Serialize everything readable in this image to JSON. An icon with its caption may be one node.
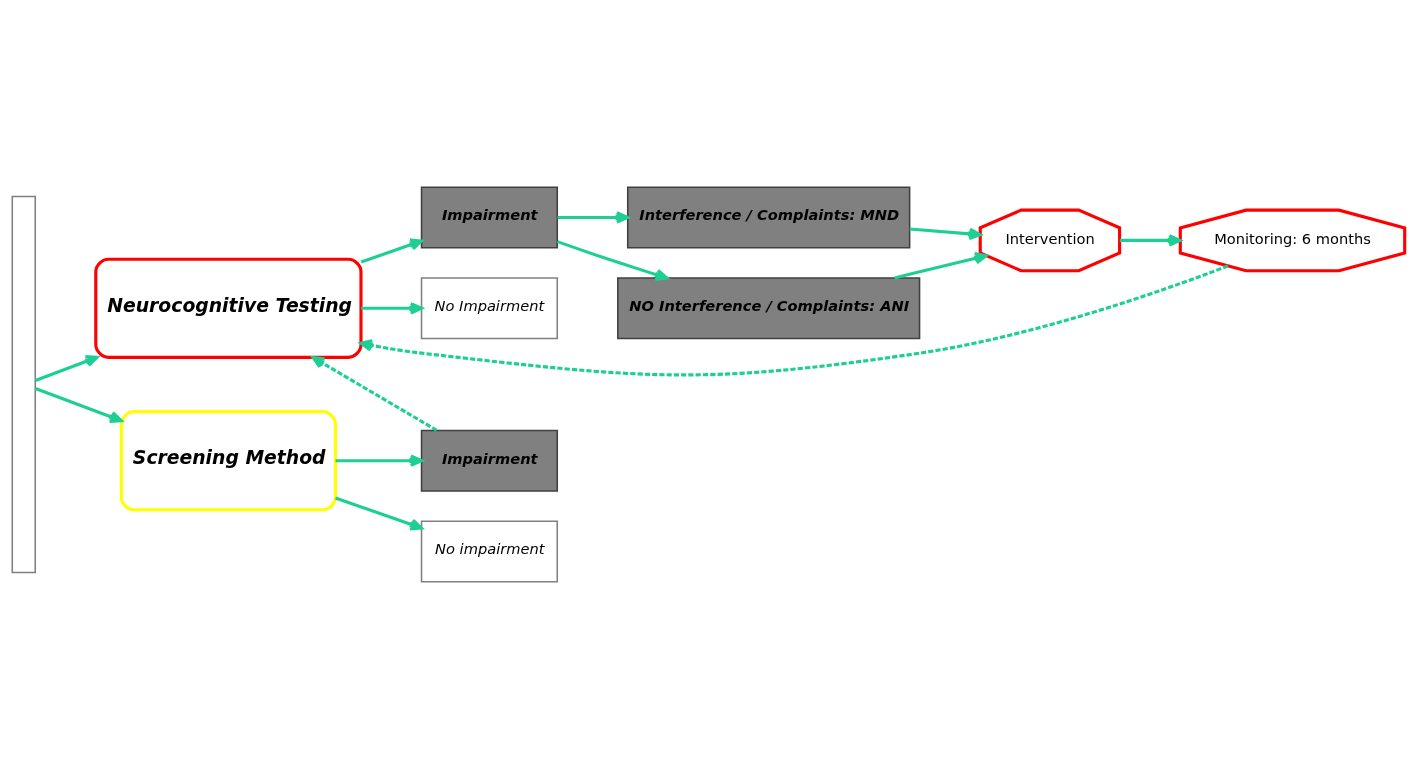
{
  "diagram": {
    "nodes": [
      {
        "text": [],
        "shape": "box"
      },
      {
        "text": [
          "Neurocognitive Testing"
        ]
      },
      {
        "text": [
          "Screening Method"
        ]
      },
      {
        "text": [
          "Impairment"
        ]
      },
      {
        "text": [
          "No Impairment"
        ]
      },
      {
        "text": [
          "Interference / Complaints: MND"
        ]
      },
      {
        "text": [
          "NO Interference / Complaints: ANI"
        ]
      },
      {
        "text": [
          "Intervention"
        ]
      },
      {
        "text": [
          "Monitoring: 6 months"
        ]
      },
      {
        "text": [
          "Impairment"
        ]
      },
      {
        "text": [
          "No impairment"
        ]
      }
    ],
    "edges": [
      {
        "from": 0,
        "to": 1,
        "arrow": "to"
      },
      {
        "from": 0,
        "to": 2,
        "arrow": "to"
      },
      {
        "from": 1,
        "to": 3,
        "arrow": "to"
      },
      {
        "from": 1,
        "to": 4,
        "arrow": "to"
      },
      {
        "from": 3,
        "to": 5,
        "arrow": "to"
      },
      {
        "from": 3,
        "to": 6,
        "arrow": "to"
      },
      {
        "from": 5,
        "to": 7,
        "arrow": "to"
      },
      {
        "from": 6,
        "to": 7,
        "arrow": "to"
      },
      {
        "from": 7,
        "to": 8,
        "arrow": "to"
      },
      {
        "from": 2,
        "to": 9,
        "arrow": "to"
      },
      {
        "from": 2,
        "to": 10,
        "arrow": "to"
      },
      {
        "from": 9,
        "to": 1,
        "arrow": "to",
        "style": "dashed"
      },
      {
        "from": 8,
        "to": 1,
        "arrow": "to",
        "style": "dashed"
      }
    ]
  }
}
